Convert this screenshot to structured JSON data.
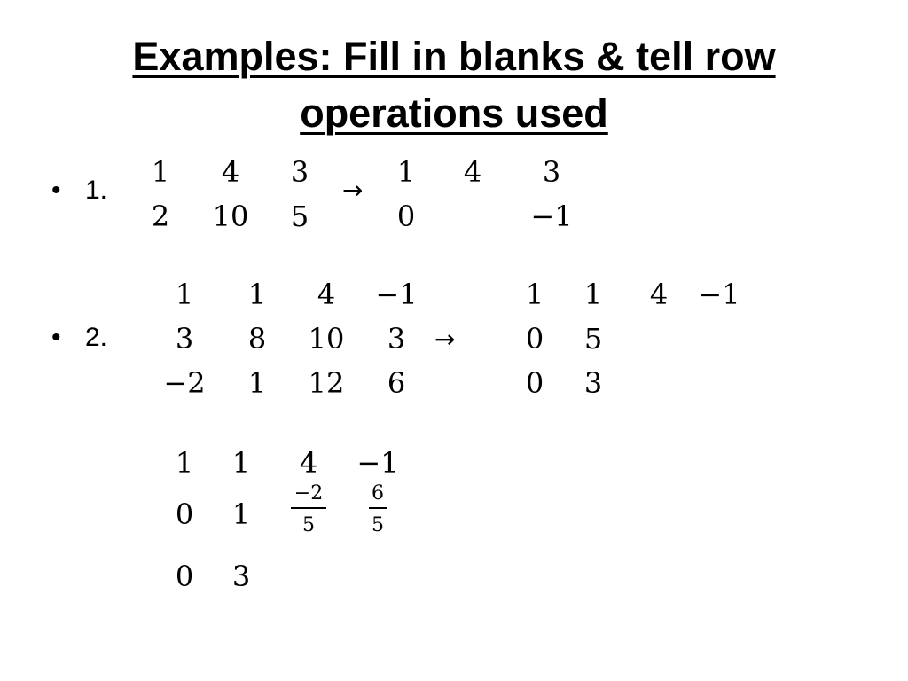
{
  "title": {
    "line1": "Examples: Fill in blanks & tell row",
    "line2": "operations used"
  },
  "bullets": [
    {
      "glyph": "•",
      "label": "1."
    },
    {
      "glyph": "•",
      "label": "2."
    }
  ],
  "arrow": "→",
  "ex1": {
    "left": [
      [
        "1",
        "4",
        "3"
      ],
      [
        "2",
        "10",
        "5"
      ]
    ],
    "right": [
      [
        "1",
        "4",
        "3"
      ],
      [
        "0",
        "",
        "−1"
      ]
    ]
  },
  "ex2": {
    "left": [
      [
        "1",
        "1",
        "4",
        "−1"
      ],
      [
        "3",
        "8",
        "10",
        "3"
      ],
      [
        "−2",
        "1",
        "12",
        "6"
      ]
    ],
    "right": [
      [
        "1",
        "1",
        "4",
        "−1"
      ],
      [
        "0",
        "5",
        "",
        ""
      ],
      [
        "0",
        "3",
        "",
        ""
      ]
    ]
  },
  "ex3": {
    "row1": [
      "1",
      "1",
      "4",
      "−1"
    ],
    "row2": [
      "0",
      "1"
    ],
    "frac1": {
      "num": "−2",
      "den": "5"
    },
    "frac2": {
      "num": "6",
      "den": "5"
    },
    "row3": [
      "0",
      "3"
    ]
  }
}
